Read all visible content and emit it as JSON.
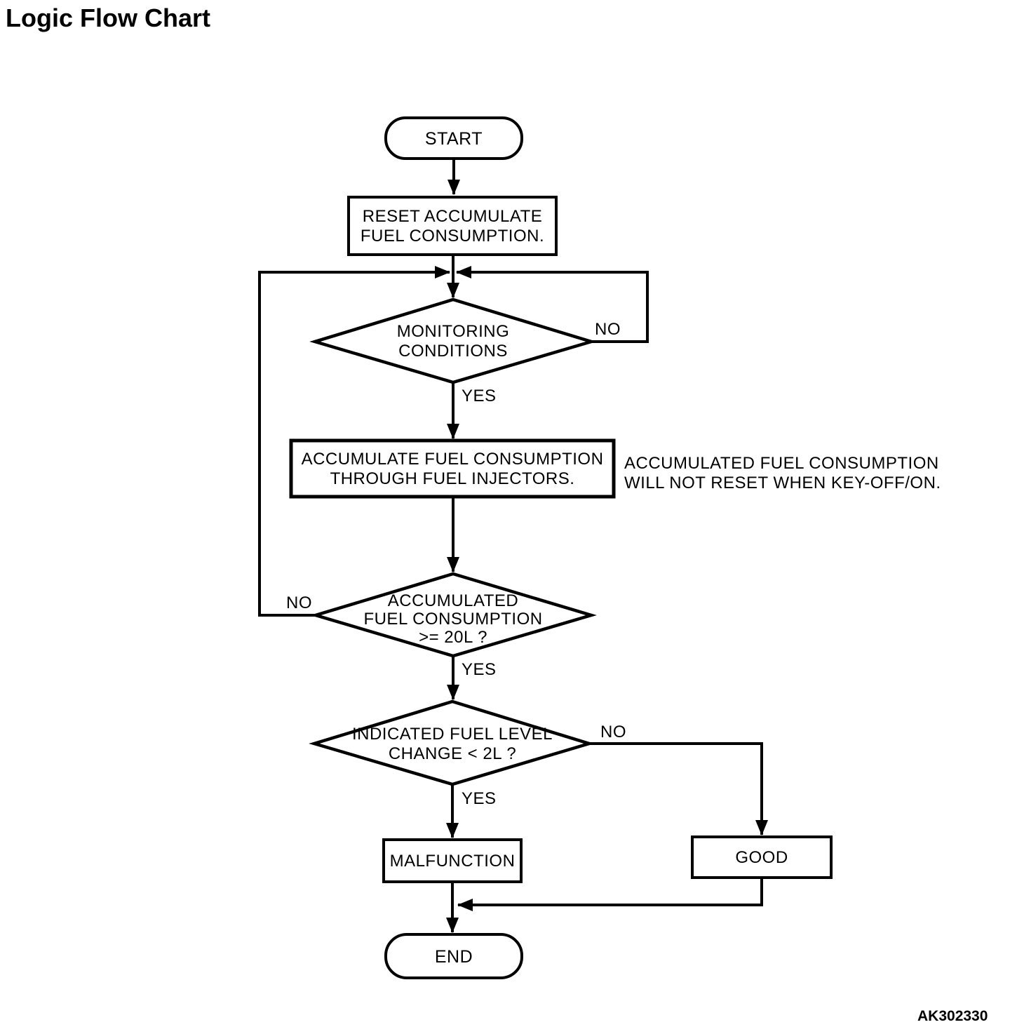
{
  "page": {
    "title": "Logic Flow Chart",
    "figure_id": "AK302330",
    "colors": {
      "line": "#000000",
      "text": "#000000",
      "background": "#ffffff"
    }
  },
  "flowchart": {
    "nodes": {
      "start": {
        "type": "terminator",
        "label": "START"
      },
      "reset": {
        "type": "process",
        "lines": [
          "RESET ACCUMULATE",
          "FUEL CONSUMPTION."
        ]
      },
      "monitoring": {
        "type": "decision",
        "lines": [
          "MONITORING",
          "CONDITIONS"
        ]
      },
      "accumulate": {
        "type": "process",
        "lines": [
          "ACCUMULATE FUEL CONSUMPTION",
          "THROUGH FUEL INJECTORS."
        ]
      },
      "accumulate_note": {
        "type": "annotation",
        "lines": [
          "ACCUMULATED FUEL CONSUMPTION",
          "WILL NOT RESET WHEN KEY-OFF/ON."
        ]
      },
      "accum_check": {
        "type": "decision",
        "lines": [
          "ACCUMULATED",
          "FUEL CONSUMPTION",
          ">= 20L ?"
        ]
      },
      "level_check": {
        "type": "decision",
        "lines": [
          "INDICATED FUEL LEVEL",
          "CHANGE < 2L ?"
        ]
      },
      "malfunction": {
        "type": "process",
        "label": "MALFUNCTION"
      },
      "good": {
        "type": "process",
        "label": "GOOD"
      },
      "end": {
        "type": "terminator",
        "label": "END"
      }
    },
    "edge_labels": {
      "monitoring_no": "NO",
      "monitoring_yes": "YES",
      "accum_check_no": "NO",
      "accum_check_yes": "YES",
      "level_check_no": "NO",
      "level_check_yes": "YES"
    }
  }
}
